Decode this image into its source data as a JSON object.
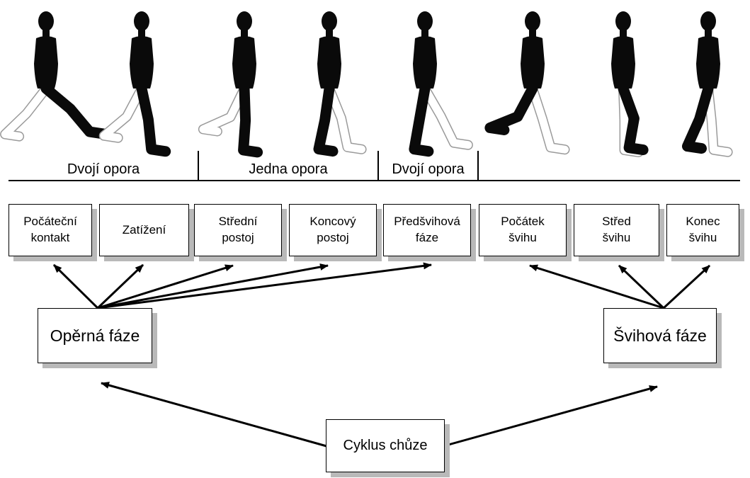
{
  "support": [
    {
      "label": "Dvojí opora"
    },
    {
      "label": "Jedna opora"
    },
    {
      "label": "Dvojí opora"
    }
  ],
  "phases": [
    {
      "line1": "Počáteční",
      "line2": "kontakt"
    },
    {
      "line1": "Zatížení",
      "line2": ""
    },
    {
      "line1": "Střední",
      "line2": "postoj"
    },
    {
      "line1": "Koncový",
      "line2": "postoj"
    },
    {
      "line1": "Předšvihová",
      "line2": "fáze"
    },
    {
      "line1": "Počátek",
      "line2": "švihu"
    },
    {
      "line1": "Střed",
      "line2": "švihu"
    },
    {
      "line1": "Konec",
      "line2": "švihu"
    }
  ],
  "groups": {
    "stance": "Opěrná fáze",
    "swing": "Švihová fáze"
  },
  "cycle": {
    "label": "Cyklus chůze"
  },
  "colors": {
    "figure": "#0a0a0a",
    "far_leg_outline": "#9a9a9a",
    "box_shadow": "#b9b9b9"
  }
}
